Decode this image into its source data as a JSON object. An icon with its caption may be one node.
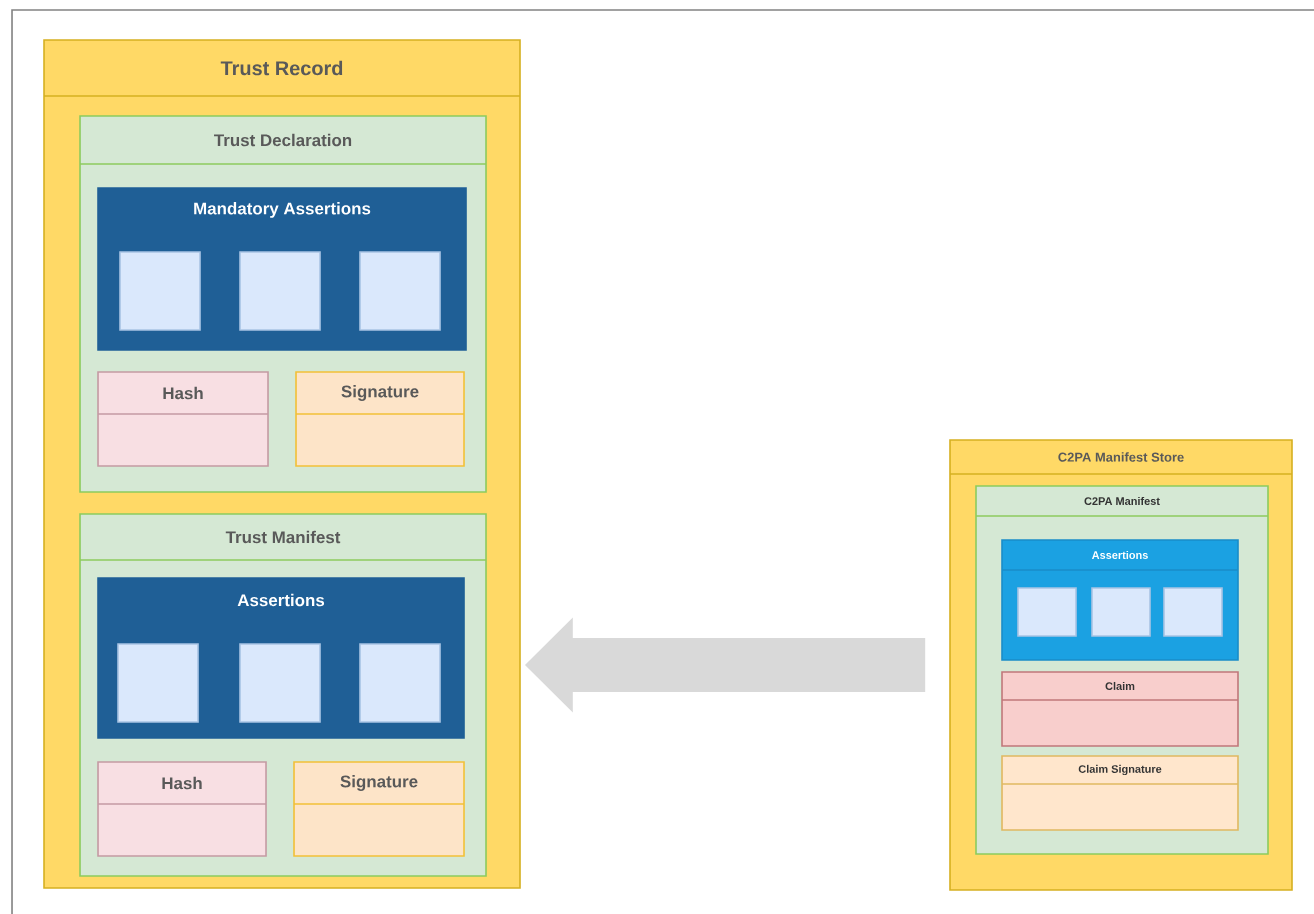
{
  "diagram": {
    "nodes": [
      {
        "text": [
          "Trust Record"
        ]
      },
      {
        "text": [
          "Trust Declaration"
        ],
        "in": 0
      },
      {
        "text": [
          "Mandatory Assertions"
        ],
        "in": 1
      },
      {
        "text": [],
        "shape": "box",
        "in": 2
      },
      {
        "text": [],
        "shape": "box",
        "in": 2
      },
      {
        "text": [],
        "shape": "box",
        "in": 2
      },
      {
        "text": [
          "Hash"
        ],
        "in": 1
      },
      {
        "text": [
          "Signature"
        ],
        "in": 1
      },
      {
        "text": [
          "Trust Manifest"
        ],
        "in": 0
      },
      {
        "text": [
          "Assertions"
        ],
        "in": 8
      },
      {
        "text": [],
        "shape": "box",
        "in": 9
      },
      {
        "text": [],
        "shape": "box",
        "in": 9
      },
      {
        "text": [],
        "shape": "box",
        "in": 9
      },
      {
        "text": [
          "Hash"
        ],
        "in": 8
      },
      {
        "text": [
          "Signature"
        ],
        "in": 8
      },
      {
        "text": [
          "C2PA Manifest Store"
        ]
      },
      {
        "text": [
          "C2PA Manifest"
        ],
        "in": 15
      },
      {
        "text": [
          "Assertions"
        ],
        "in": 16
      },
      {
        "text": [],
        "shape": "box",
        "in": 17
      },
      {
        "text": [],
        "shape": "box",
        "in": 17
      },
      {
        "text": [],
        "shape": "box",
        "in": 17
      },
      {
        "text": [
          "Claim"
        ],
        "in": 16
      },
      {
        "text": [
          "Claim Signature"
        ],
        "in": 16
      }
    ],
    "edges": [
      {
        "from": 15,
        "to": 0,
        "arrow": "to",
        "color": "#d9d9d9"
      }
    ]
  }
}
